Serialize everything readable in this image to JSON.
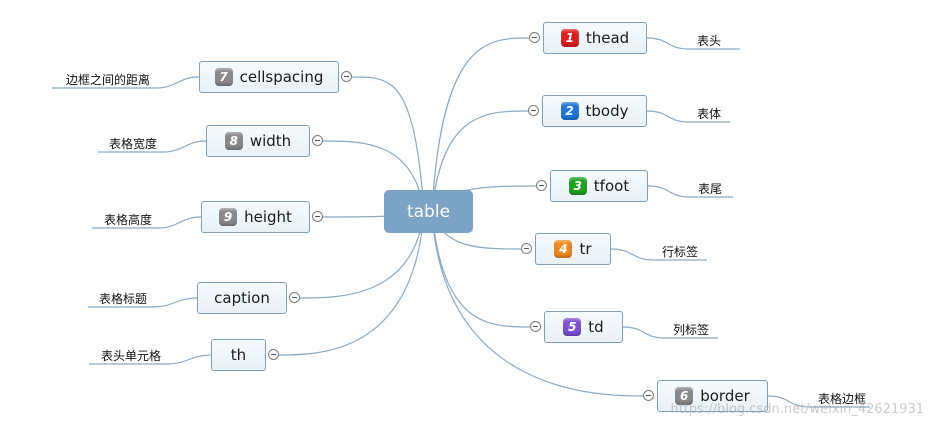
{
  "center": {
    "label": "table"
  },
  "nodes": [
    {
      "id": "thead",
      "label": "thead",
      "number": "1",
      "color": "#e21c1c",
      "desc": "表头"
    },
    {
      "id": "tbody",
      "label": "tbody",
      "number": "2",
      "color": "#1f78e0",
      "desc": "表体"
    },
    {
      "id": "tfoot",
      "label": "tfoot",
      "number": "3",
      "color": "#1ea31e",
      "desc": "表尾"
    },
    {
      "id": "tr",
      "label": "tr",
      "number": "4",
      "color": "#f08a1c",
      "desc": "行标签"
    },
    {
      "id": "td",
      "label": "td",
      "number": "5",
      "color": "#7b4fd8",
      "desc": "列标签"
    },
    {
      "id": "border",
      "label": "border",
      "number": "6",
      "color": "#8a8a8a",
      "desc": "表格边框"
    },
    {
      "id": "cellspacing",
      "label": "cellspacing",
      "number": "7",
      "color": "#8a8a8a",
      "desc": "边框之间的距离"
    },
    {
      "id": "width",
      "label": "width",
      "number": "8",
      "color": "#8a8a8a",
      "desc": "表格宽度"
    },
    {
      "id": "height",
      "label": "height",
      "number": "9",
      "color": "#8a8a8a",
      "desc": "表格高度"
    },
    {
      "id": "caption",
      "label": "caption",
      "number": "",
      "color": "",
      "desc": "表格标题"
    },
    {
      "id": "th",
      "label": "th",
      "number": "",
      "color": "",
      "desc": "表头单元格"
    }
  ],
  "icons": {
    "collapse": "collapse-minus-icon"
  },
  "colors": {
    "center": "#7ba3c6",
    "node_border": "#7f9fb8",
    "link": "#8aa9c2"
  },
  "watermark": "https://blog.csdn.net/weixin_42621931"
}
